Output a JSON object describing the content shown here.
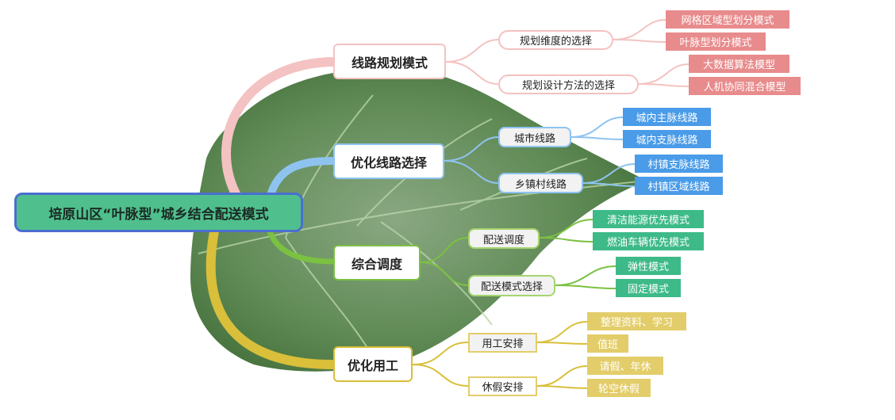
{
  "root": {
    "label": "培原山区“叶脉型”城乡结合配送模式"
  },
  "colors": {
    "pink": "#e88b8c",
    "blue": "#4a9be8",
    "green": "#3dba88",
    "yellow": "#e3cd6a",
    "root": "#4fc08d"
  },
  "branches": [
    {
      "label": "线路规划模式",
      "children": [
        {
          "label": "规划维度的选择",
          "leaves": [
            "网格区域型划分模式",
            "叶脉型划分模式"
          ]
        },
        {
          "label": "规划设计方法的选择",
          "leaves": [
            "大数据算法模型",
            "人机协同混合模型"
          ]
        }
      ]
    },
    {
      "label": "优化线路选择",
      "children": [
        {
          "label": "城市线路",
          "leaves": [
            "城内主脉线路",
            "城内支脉线路"
          ]
        },
        {
          "label": "乡镇村线路",
          "leaves": [
            "村镇支脉线路",
            "村镇区域线路"
          ]
        }
      ]
    },
    {
      "label": "综合调度",
      "children": [
        {
          "label": "配送调度",
          "leaves": [
            "清洁能源优先模式",
            "燃油车辆优先模式"
          ]
        },
        {
          "label": "配送模式选择",
          "leaves": [
            "弹性模式",
            "固定模式"
          ]
        }
      ]
    },
    {
      "label": "优化用工",
      "children": [
        {
          "label": "用工安排",
          "leaves": [
            "整理资料、学习",
            "值班"
          ]
        },
        {
          "label": "休假安排",
          "leaves": [
            "请假、年休",
            "轮空休假"
          ]
        }
      ]
    }
  ]
}
